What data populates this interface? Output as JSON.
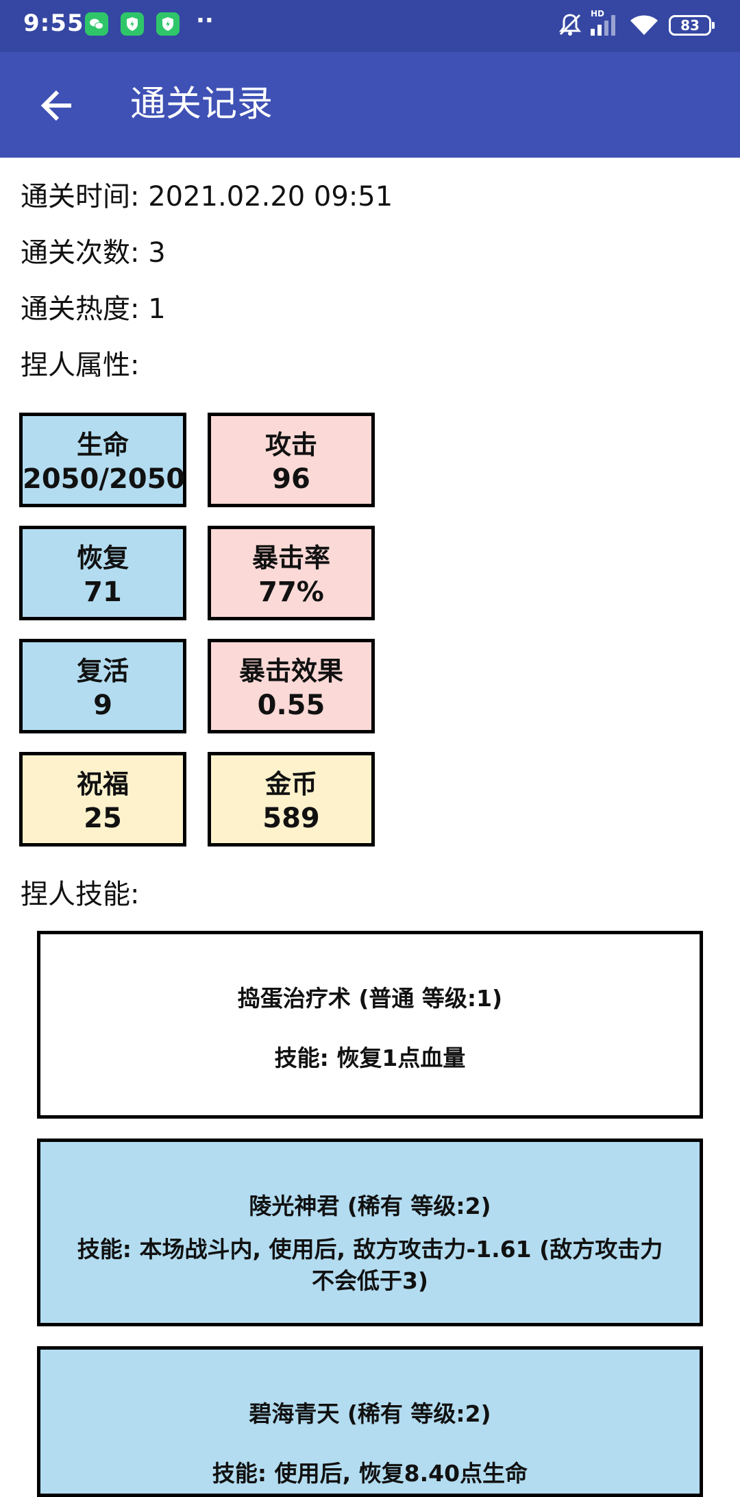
{
  "status_bar": {
    "time": "9:55",
    "app_icons": [
      "wechat-icon",
      "shield-app-icon",
      "shield-app-icon"
    ],
    "more": "··",
    "network": "HD",
    "battery": "83"
  },
  "header": {
    "title": "通关记录"
  },
  "record": {
    "clear_time": "通关时间: 2021.02.20 09:51",
    "clear_count": "通关次数: 3",
    "clear_heat": "通关热度: 1",
    "attributes_heading": "捏人属性:",
    "skills_heading": "捏人技能:"
  },
  "attributes": [
    {
      "label": "生命",
      "value": "2050/2050",
      "color": "#b3dcf0"
    },
    {
      "label": "攻击",
      "value": "96",
      "color": "#fad9d6"
    },
    {
      "label": "恢复",
      "value": "71",
      "color": "#b3dcf0"
    },
    {
      "label": "暴击率",
      "value": "77%",
      "color": "#fad9d6"
    },
    {
      "label": "复活",
      "value": "9",
      "color": "#b3dcf0"
    },
    {
      "label": "暴击效果",
      "value": "0.55",
      "color": "#fad9d6"
    },
    {
      "label": "祝福",
      "value": "25",
      "color": "#fdf2cc"
    },
    {
      "label": "金币",
      "value": "589",
      "color": "#fdf2cc"
    }
  ],
  "skills": [
    {
      "name": "捣蛋治疗术 (普通 等级:1)",
      "desc": "技能: 恢复1点血量",
      "color": "#ffffff"
    },
    {
      "name": "陵光神君 (稀有 等级:2)",
      "desc": "技能: 本场战斗内, 使用后, 敌方攻击力-1.61 (敌方攻击力不会低于3)",
      "color": "#b3dcf0"
    },
    {
      "name": "碧海青天 (稀有 等级:2)",
      "desc": "技能: 使用后, 恢复8.40点生命",
      "color": "#b3dcf0"
    }
  ],
  "colors": {
    "status_bar": "#3547a2",
    "app_bar": "#3f51b5"
  }
}
